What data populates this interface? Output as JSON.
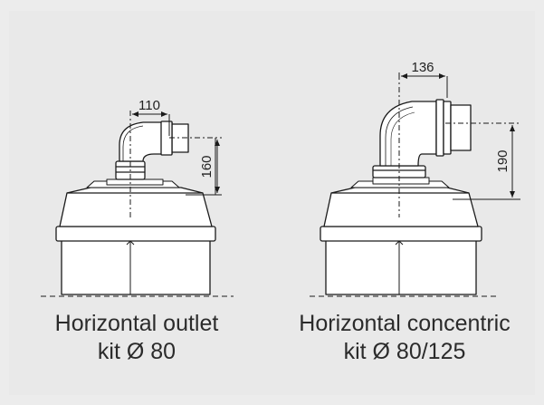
{
  "left_unit": {
    "dim_horizontal": "110",
    "dim_vertical": "160",
    "caption_line1": "Horizontal outlet",
    "caption_line2": "kit Ø 80"
  },
  "right_unit": {
    "dim_horizontal": "136",
    "dim_vertical": "190",
    "caption_line1": "Horizontal concentric",
    "caption_line2": "kit Ø 80/125"
  },
  "colors": {
    "background": "#e9e9e9",
    "line": "#1a1a1a",
    "fill": "#ffffff",
    "caption": "#2b2b2b"
  }
}
